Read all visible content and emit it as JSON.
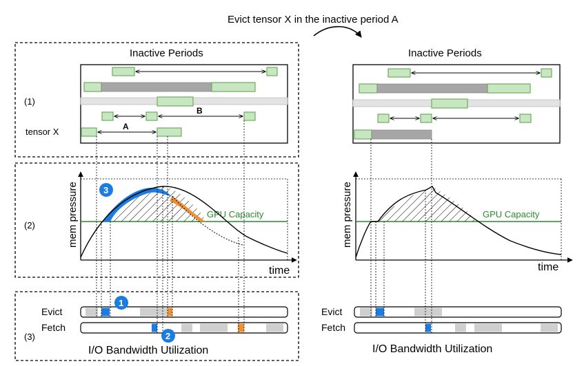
{
  "top_annotation": "Evict tensor X in the inactive period A",
  "panel_labels": [
    "(1)",
    "(2)",
    "(3)"
  ],
  "inactive": {
    "title": "Inactive Periods",
    "tensor_label": "tensor X",
    "period_a": "A",
    "period_b": "B"
  },
  "pressure": {
    "ylabel": "mem pressure",
    "xlabel": "time",
    "capacity_label": "GPU Capacity"
  },
  "bandwidth": {
    "evict_label": "Evict",
    "fetch_label": "Fetch",
    "title": "I/O Bandwidth Utilization"
  },
  "badges": [
    "1",
    "2",
    "3"
  ],
  "colors": {
    "inactive_fill": "#c8e6c2",
    "inactive_border": "#6cae5c",
    "capacity_line": "#2a8a2a",
    "eviction_blue": "#1c7ce0",
    "prefetch_orange": "#f0902e",
    "busy_gray": "#cfcfcf"
  }
}
